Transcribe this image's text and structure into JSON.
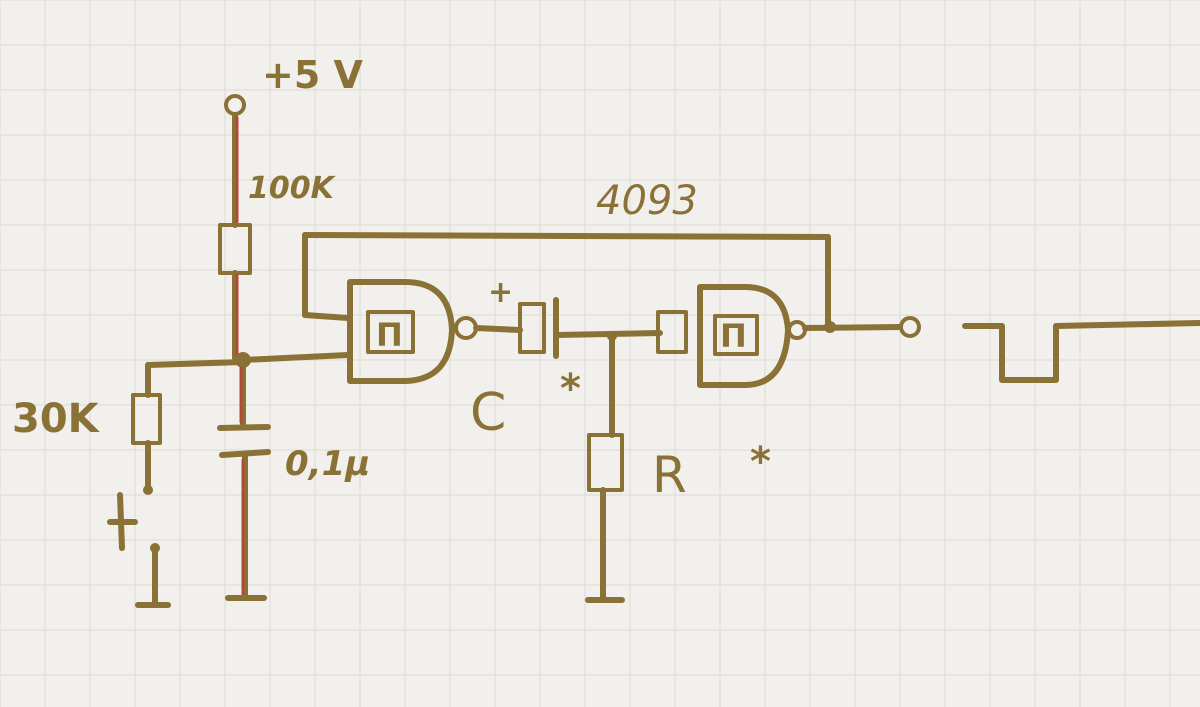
{
  "labels": {
    "supply": "+5 V",
    "resistor_pullup": "100K",
    "ic": "4093",
    "resistor_switch": "30K",
    "capacitor_input": "0,1µ",
    "capacitor_c": "C",
    "capacitor_c_mark": "*",
    "capacitor_plus": "+",
    "resistor_r": "R",
    "resistor_r_mark": "*",
    "gate_symbol": "Π"
  },
  "colors": {
    "ink": "#8a7136",
    "rail": "#b24a3a",
    "paper": "#f1f0ec",
    "grid": "#dcdad4"
  }
}
